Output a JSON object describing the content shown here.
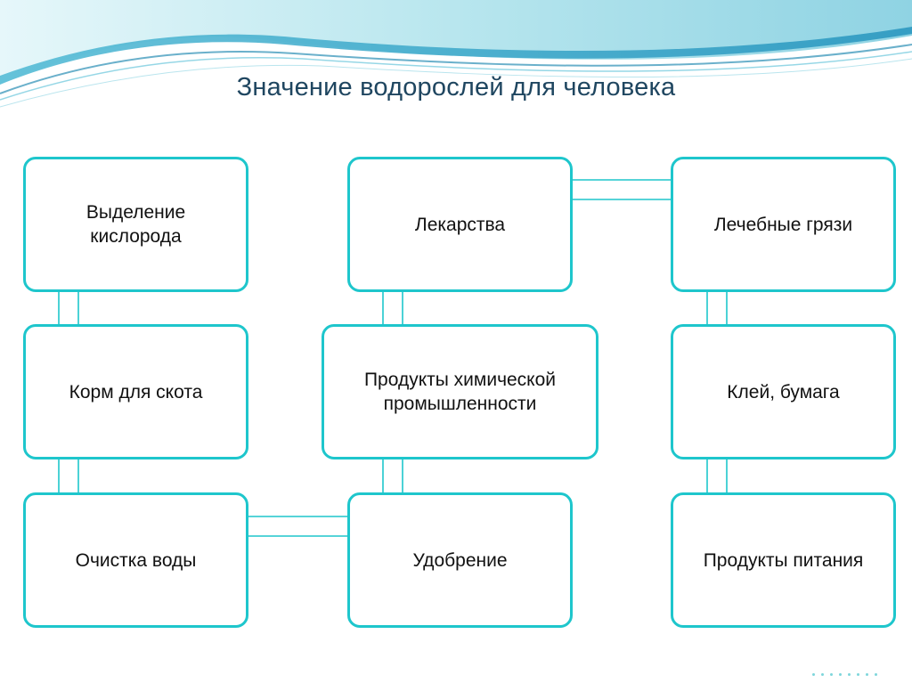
{
  "slide": {
    "title": "Значение водорослей для человека"
  },
  "nodes": {
    "oxygen": "Выделение кислорода",
    "fodder": "Корм для скота",
    "water_cleaning": "Очистка воды",
    "medicines": "Лекарства",
    "chemical_products": "Продукты химической промышленности",
    "fertilizer": "Удобрение",
    "mud_therapy": "Лечебные грязи",
    "glue_paper": "Клей, бумага",
    "food_products": "Продукты питания"
  },
  "colors": {
    "accent": "#1ec6cc",
    "title": "#1f4660",
    "wave_light": "#bfeaf0",
    "wave_dark": "#3aa8c8"
  }
}
